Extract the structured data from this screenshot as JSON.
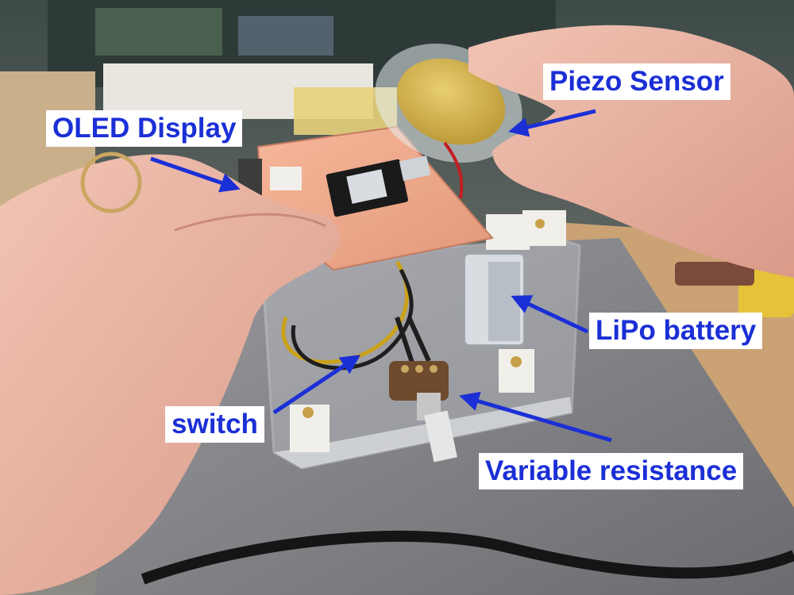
{
  "photo": {
    "subject": "Prototype device in clear acrylic box",
    "annotation_color": "#1b2fd6",
    "label_bg_color": "#ffffff"
  },
  "labels": {
    "piezo": "Piezo Sensor",
    "oled": "OLED Display",
    "lipo": "LiPo battery",
    "switch": "switch",
    "varres": "Variable resistance"
  }
}
